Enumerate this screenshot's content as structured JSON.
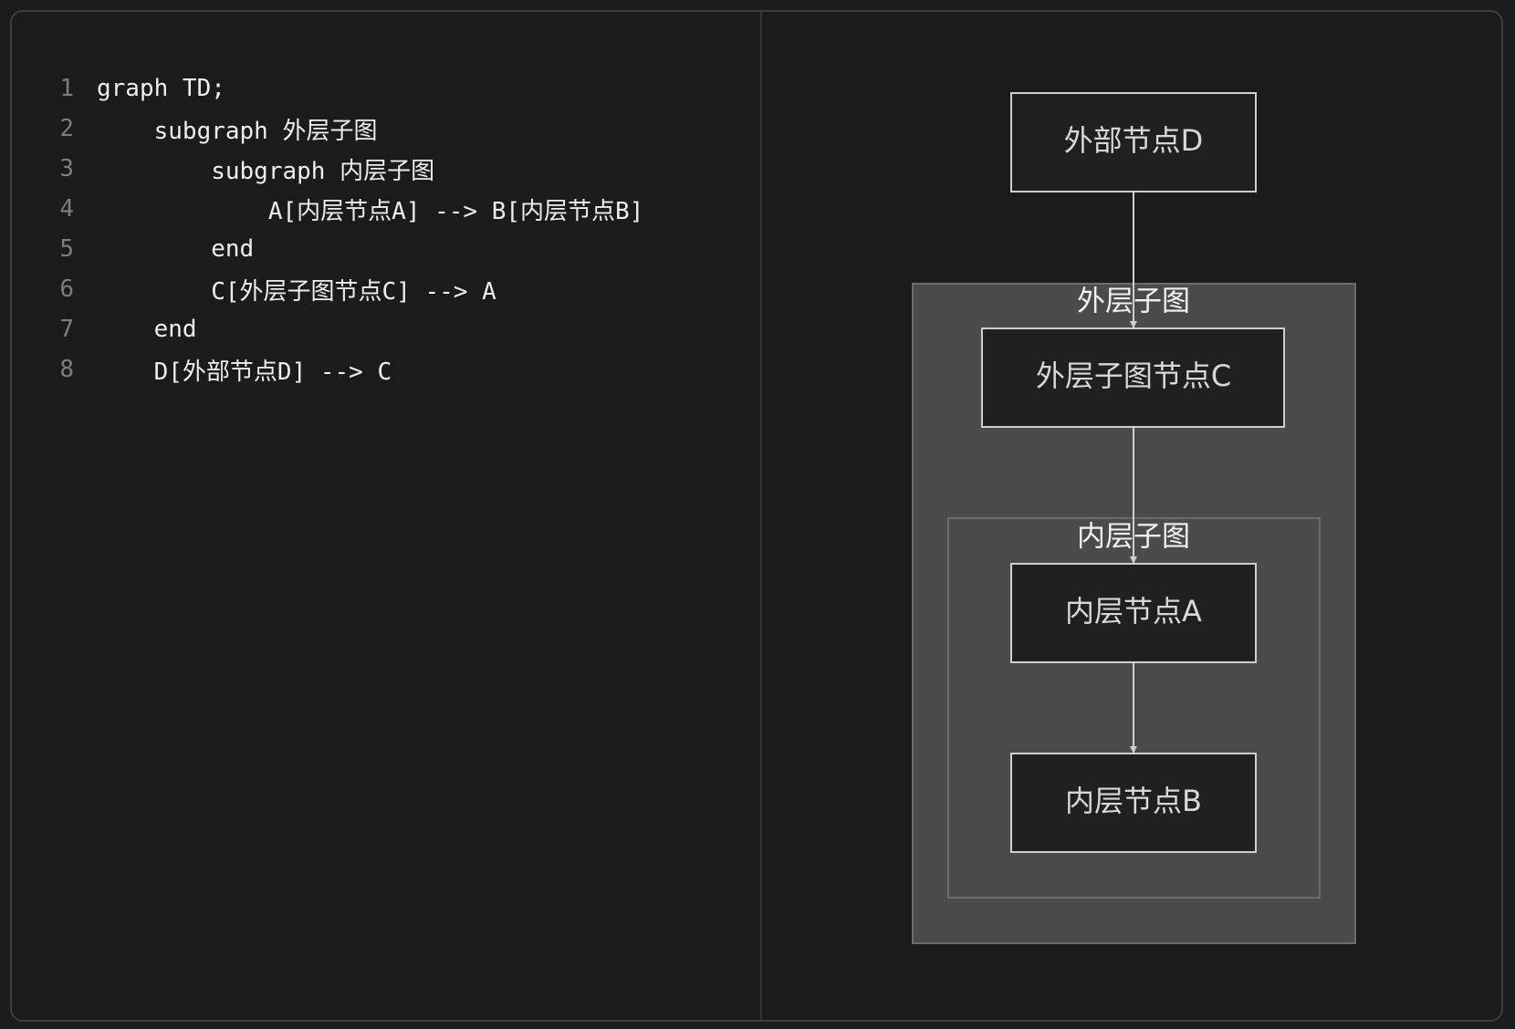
{
  "editor": {
    "lines": [
      {
        "num": "1",
        "text": "graph TD;"
      },
      {
        "num": "2",
        "text": "    subgraph 外层子图"
      },
      {
        "num": "3",
        "text": "        subgraph 内层子图"
      },
      {
        "num": "4",
        "text": "            A[内层节点A] --> B[内层节点B]"
      },
      {
        "num": "5",
        "text": "        end"
      },
      {
        "num": "6",
        "text": "        C[外层子图节点C] --> A"
      },
      {
        "num": "7",
        "text": "    end"
      },
      {
        "num": "8",
        "text": "    D[外部节点D] --> C"
      }
    ]
  },
  "diagram": {
    "nodes": {
      "D": "外部节点D",
      "C": "外层子图节点C",
      "A": "内层节点A",
      "B": "内层节点B"
    },
    "subgraphs": {
      "outer": "外层子图",
      "inner": "内层子图"
    },
    "edges": [
      {
        "from": "D",
        "to": "C"
      },
      {
        "from": "C",
        "to": "A"
      },
      {
        "from": "A",
        "to": "B"
      }
    ],
    "colors": {
      "background": "#1b1b1b",
      "node_fill": "#1f2020",
      "node_stroke": "#cfcfcf",
      "cluster_fill": "#4a4c4b",
      "cluster_stroke": "#6b6d6c",
      "edge": "#cfcfcf"
    }
  }
}
